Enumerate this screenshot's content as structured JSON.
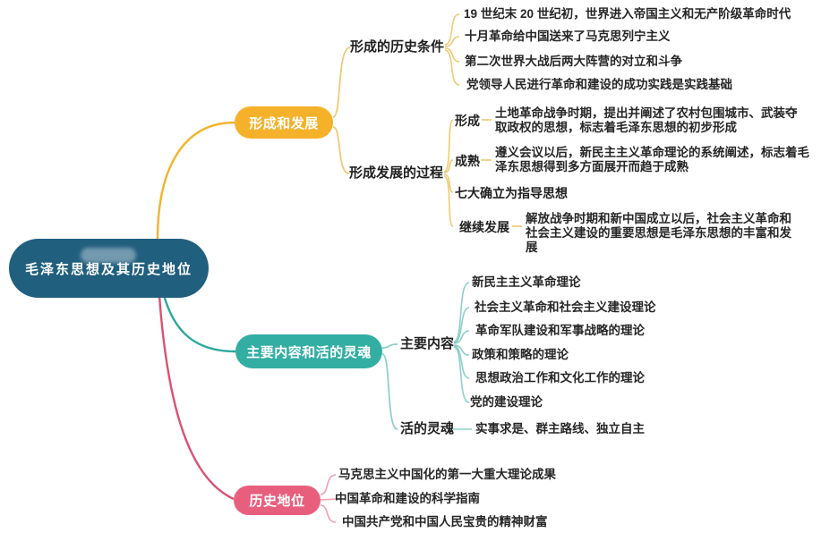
{
  "root": {
    "label": "毛泽东思想及其历史地位"
  },
  "branches": [
    {
      "label": "形成和发展",
      "children": [
        {
          "label": "形成的历史条件",
          "items": [
            "19 世纪末 20 世纪初，世界进入帝国主义和无产阶级革命时代",
            "十月革命给中国送来了马克思列宁主义",
            "第二次世界大战后两大阵营的对立和斗争",
            "党领导人民进行革命和建设的成功实践是实践基础"
          ]
        },
        {
          "label": "形成发展的过程",
          "stages": [
            {
              "label": "形成",
              "text": "土地革命战争时期，提出并阐述了农村包围城市、武装夺取政权的思想，标志着毛泽东思想的初步形成"
            },
            {
              "label": "成熟",
              "text": "遵义会议以后，新民主主义革命理论的系统阐述，标志着毛泽东思想得到多方面展开而趋于成熟"
            },
            {
              "label": "七大确立为指导思想",
              "text": ""
            },
            {
              "label": "继续发展",
              "text": "解放战争时期和新中国成立以后，社会主义革命和社会主义建设的重要思想是毛泽东思想的丰富和发展"
            }
          ]
        }
      ]
    },
    {
      "label": "主要内容和活的灵魂",
      "children": [
        {
          "label": "主要内容",
          "items": [
            "新民主主义革命理论",
            "社会主义革命和社会主义建设理论",
            "革命军队建设和军事战略的理论",
            "政策和策略的理论",
            "思想政治工作和文化工作的理论",
            "党的建设理论"
          ]
        },
        {
          "label": "活的灵魂",
          "items": [
            "实事求是、群主路线、独立自主"
          ]
        }
      ]
    },
    {
      "label": "历史地位",
      "items": [
        "马克思主义中国化的第一大重大理论成果",
        "中国革命和建设的科学指南",
        "中国共产党和中国人民宝贵的精神财富"
      ]
    }
  ],
  "colors": {
    "root_node": "#215f7e",
    "branch_formation": "#f6b12a",
    "branch_content": "#33aea3",
    "branch_position": "#e85f7e",
    "line_formation": "#edca75",
    "line_content": "#8fcfc9",
    "line_position": "#efa0b1",
    "text": "#262626"
  }
}
